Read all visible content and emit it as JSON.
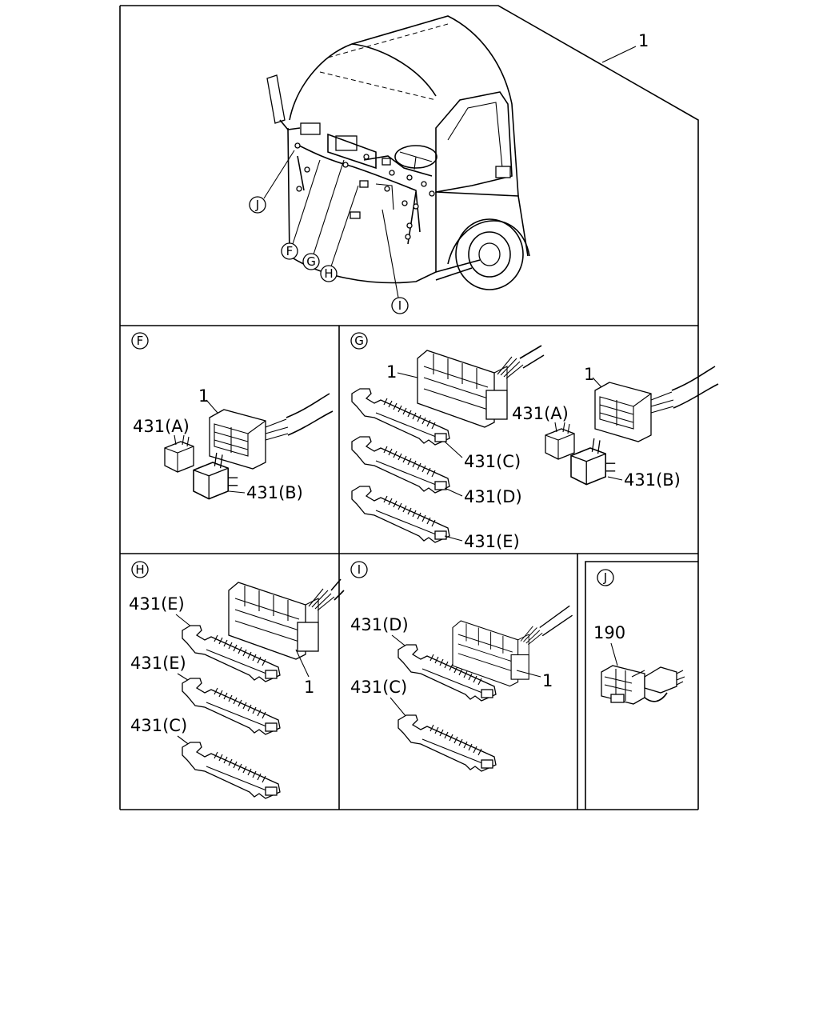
{
  "callouts": {
    "main_ref": "1",
    "J": "J",
    "F": "F",
    "G": "G",
    "H": "H",
    "I": "I"
  },
  "panels": {
    "F": {
      "letter": "F",
      "connector": "1",
      "part_a": "431(A)",
      "part_b": "431(B)"
    },
    "G": {
      "letter": "G",
      "connector_1": "1",
      "connector_2": "1",
      "part_a": "431(A)",
      "part_b": "431(B)",
      "part_c": "431(C)",
      "part_d": "431(D)",
      "part_e": "431(E)"
    },
    "H": {
      "letter": "H",
      "part_e1": "431(E)",
      "part_e2": "431(E)",
      "part_c": "431(C)",
      "connector": "1"
    },
    "I": {
      "letter": "I",
      "part_d": "431(D)",
      "part_c": "431(C)",
      "connector": "1"
    },
    "J": {
      "letter": "J",
      "part": "190"
    }
  }
}
